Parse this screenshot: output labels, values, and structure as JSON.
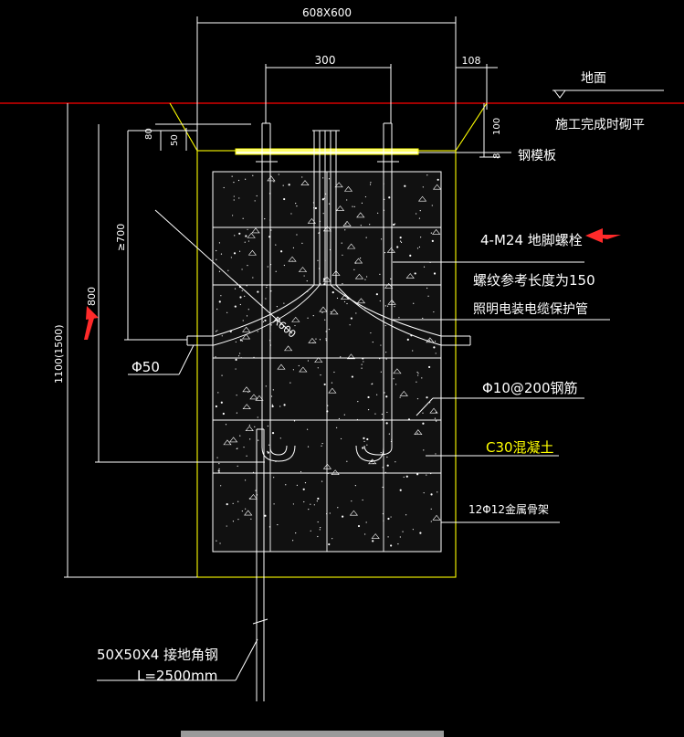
{
  "dims": {
    "top_width": "608X600",
    "bolt_spacing": "300",
    "offset": "108",
    "total_height": "1100(1500)",
    "depth_800": "800",
    "depth_700": "≥700",
    "dim_80": "80",
    "dim_50": "50",
    "dim_100": "100",
    "dim_8": "8",
    "radius": "R600",
    "pipe_dia": "Φ50"
  },
  "labels": {
    "ground": "地面",
    "level_note": "施工完成时砌平",
    "steel_plate": "钢模板",
    "anchor_bolt": "4-M24 地脚螺栓",
    "thread_note": "螺纹参考长度为150",
    "cable_pipe": "照明电装电缆保护管",
    "rebar": "Φ10@200钢筋",
    "concrete": "C30混凝土",
    "cage": "12Φ12金属骨架",
    "angle_steel": "50X50X4 接地角钢",
    "angle_length": "L=2500mm"
  },
  "colors": {
    "background": "#000000",
    "line": "#ffffff",
    "outline": "#ffff00",
    "ground_line": "#ff0000",
    "arrow": "#ff2a2a",
    "concrete_text": "#ffff00"
  }
}
